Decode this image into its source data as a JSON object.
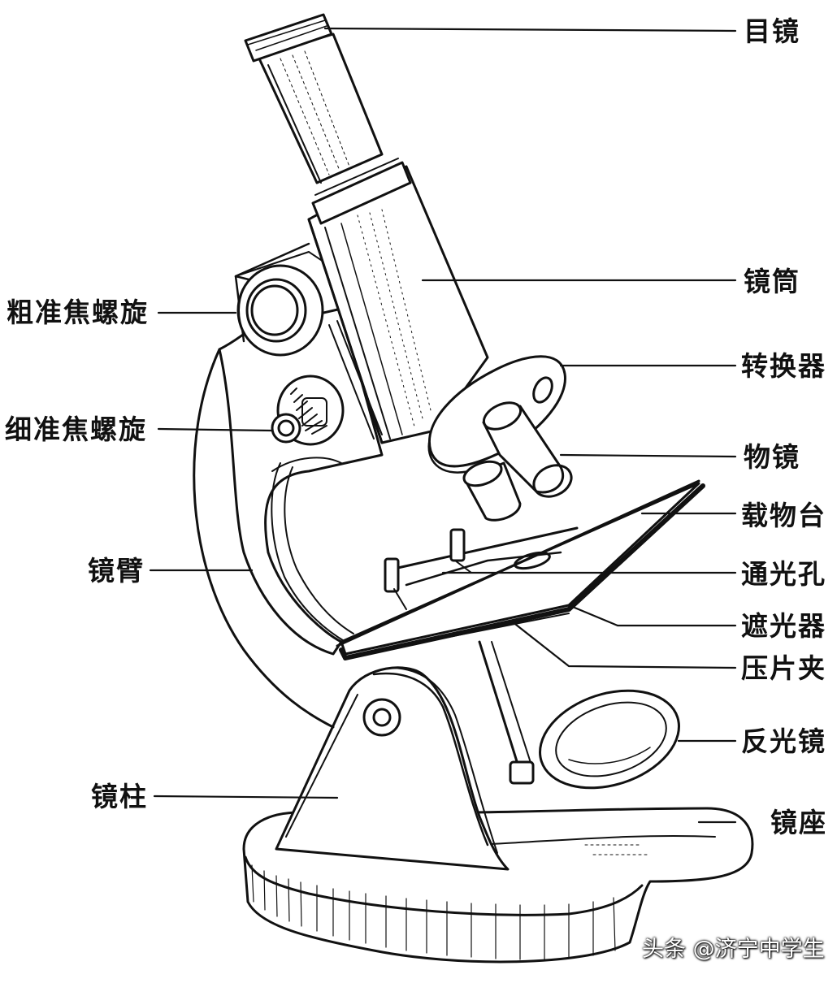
{
  "labels": {
    "eyepiece": "目镜",
    "tube": "镜筒",
    "nosepiece": "转换器",
    "objective": "物镜",
    "stage": "载物台",
    "aperture": "通光孔",
    "diaphragm": "遮光器",
    "clip": "压片夹",
    "mirror": "反光镜",
    "base": "镜座",
    "coarse_focus": "粗准焦螺旋",
    "fine_focus": "细准焦螺旋",
    "arm": "镜臂",
    "pillar": "镜柱"
  },
  "watermark": "头条 @济宁中学生",
  "colors": {
    "ink": "#111111",
    "paper": "#ffffff"
  }
}
